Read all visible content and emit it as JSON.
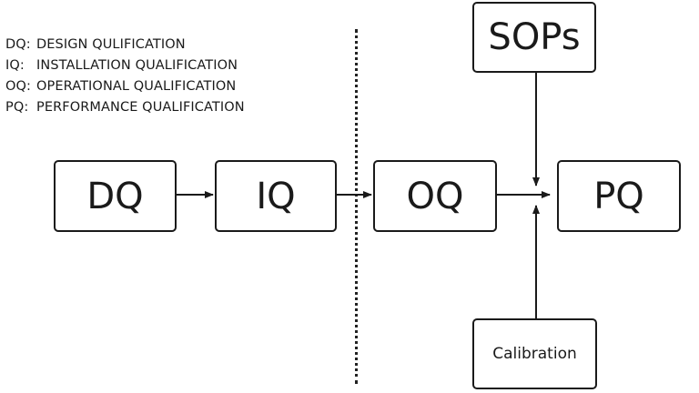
{
  "legend": [
    {
      "abbr": "DQ:",
      "text": "DESIGN QULIFICATION"
    },
    {
      "abbr": "IQ:",
      "text": "INSTALLATION QUALIFICATION"
    },
    {
      "abbr": "OQ:",
      "text": "OPERATIONAL QUALIFICATION"
    },
    {
      "abbr": "PQ:",
      "text": "PERFORMANCE QUALIFICATION"
    }
  ],
  "boxes": {
    "dq": "DQ",
    "iq": "IQ",
    "oq": "OQ",
    "pq": "PQ",
    "sops": "SOPs",
    "calibration": "Calibration"
  },
  "colors": {
    "stroke": "#1a1a1a",
    "background": "#ffffff"
  }
}
